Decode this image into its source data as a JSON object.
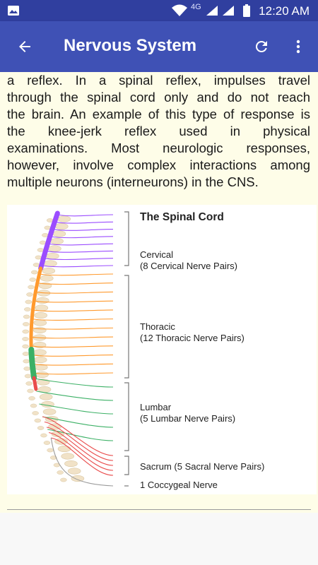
{
  "status_bar": {
    "network": "4G",
    "time": "12:20 AM"
  },
  "app_bar": {
    "title": "Nervous System",
    "back_icon": "arrow-left-icon",
    "refresh_icon": "refresh-icon",
    "more_icon": "more-vert-icon"
  },
  "content": {
    "paragraph_lines": [
      "a reflex. In a spinal reflex, impulses travel",
      "through the spinal cord only and do not reach",
      "the brain. An example of this type of response is",
      "the knee-jerk reflex used in physical",
      "examinations. Most neurologic responses,",
      "however, involve complex interactions among",
      "multiple neurons (interneurons) in the CNS."
    ],
    "figure": {
      "title": "The Spinal Cord",
      "cervical": "Cervical",
      "cervical_sub": "(8 Cervical Nerve Pairs)",
      "thoracic": "Thoracic",
      "thoracic_sub": "(12 Thoracic Nerve Pairs)",
      "lumbar": "Lumbar",
      "lumbar_sub": "(5 Lumbar Nerve Pairs)",
      "sacrum": "Sacrum (5 Sacral Nerve Pairs)",
      "coccygeal": "1 Coccygeal Nerve",
      "colors": {
        "cervical": "#9b4dff",
        "thoracic": "#ff9a2e",
        "lumbar": "#3bb065",
        "sacral": "#e94b4b",
        "vertebra": "#f1e2c7"
      }
    }
  }
}
